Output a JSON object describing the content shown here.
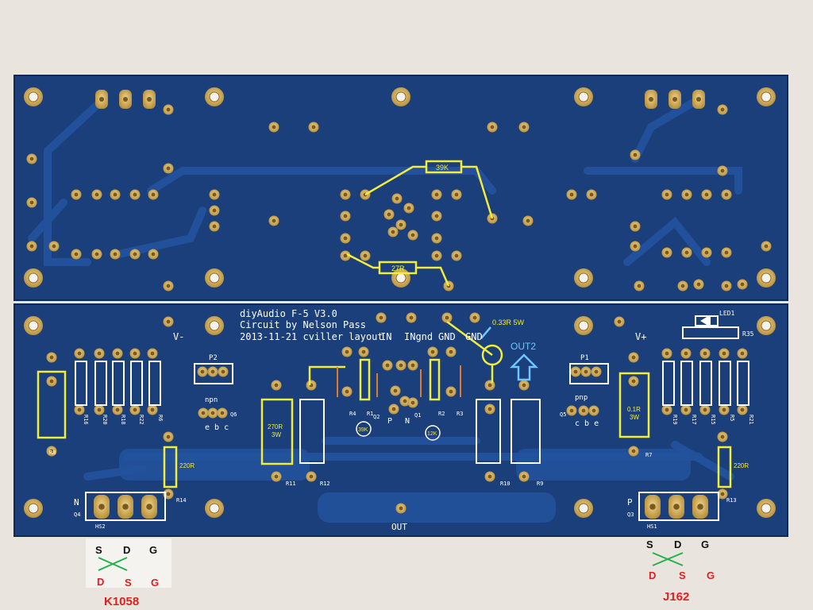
{
  "colors": {
    "background": "#e9e4de",
    "board": "#1a3f7a",
    "board_dark": "#143466",
    "trace": "#1d4b93",
    "pad": "#d8b15a",
    "pad_hole": "#8a6a2a",
    "silkscreen": "#ffffff",
    "annotation": "#f2ec3a",
    "arrow": "#6fc6ff",
    "drain_source_gate_red": "#e02020",
    "swap_line": "#22b14c"
  },
  "board": {
    "title_lines": [
      "diyAudio F-5 V3.0",
      "Circuit by Nelson Pass",
      "2013-11-21 cviller layout"
    ],
    "connectors": [
      "IN",
      "INgnd",
      "GND",
      "GND"
    ],
    "rails": {
      "left": "V-",
      "right": "V+",
      "out": "OUT"
    },
    "out2": "OUT2",
    "out2_resistor": "0.33R 5W",
    "led": "LED1",
    "r35": "R35",
    "p1": "P1",
    "p2": "P2",
    "npn": {
      "label": "npn",
      "pins": "e b c",
      "ref": "Q6"
    },
    "pnp": {
      "label": "pnp",
      "pins": "c b e",
      "ref": "Q5"
    },
    "left_fet": {
      "type": "N",
      "ref": "Q4",
      "hs": "HS2"
    },
    "right_fet": {
      "type": "P",
      "ref": "Q3",
      "hs": "HS1"
    },
    "q1": "Q1",
    "q2": "Q2",
    "p": "P",
    "n": "N",
    "resistor_refs_left": [
      "R16",
      "R20",
      "R18",
      "R22",
      "R6"
    ],
    "resistor_refs_right": [
      "R19",
      "R17",
      "R15",
      "R5",
      "R21"
    ],
    "refs_misc": {
      "r8": "R8",
      "r7": "R7",
      "r14": "R14",
      "r13": "R13",
      "r11": "R11",
      "r12": "R12",
      "r10": "R10",
      "r9": "R9",
      "r4": "R4",
      "r3": "R3",
      "r2": "R2",
      "r1": "R1"
    }
  },
  "annotations": {
    "top_39k": "39K",
    "top_27r": "27R",
    "r11_value": [
      "270R",
      "3W"
    ],
    "r7_value": [
      "0.1R",
      "3W"
    ],
    "r14_value": "220R",
    "r13_value": "220R",
    "circle_39k": "39K",
    "circle_12k": "12K"
  },
  "pinouts": {
    "left": {
      "top": [
        "S",
        "D",
        "G"
      ],
      "bottom": [
        "D",
        "S",
        "G"
      ],
      "part": "K1058"
    },
    "right": {
      "top": [
        "S",
        "D",
        "G"
      ],
      "bottom": [
        "D",
        "S",
        "G"
      ],
      "part": "J162"
    }
  }
}
